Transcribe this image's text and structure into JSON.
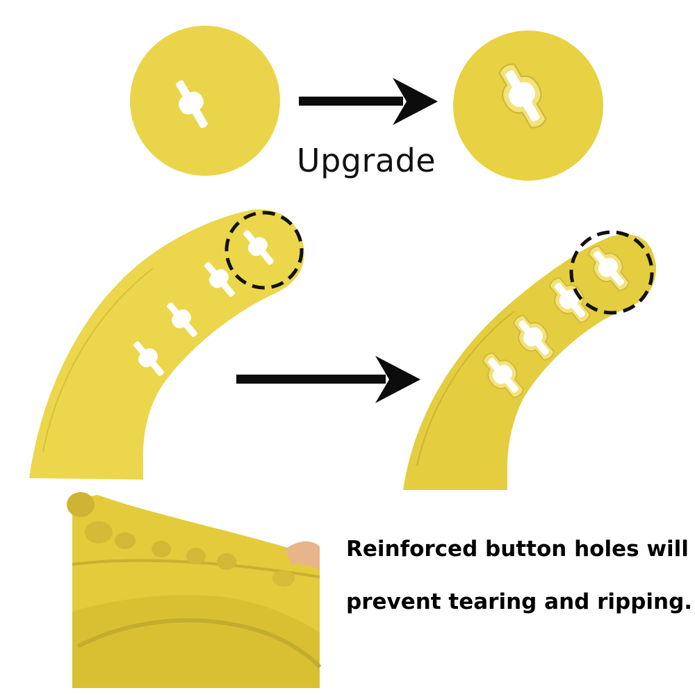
{
  "labels": {
    "upgrade": "Upgrade",
    "description_line_1": "Reinforced button holes will",
    "description_line_2": "prevent tearing and ripping."
  },
  "colors": {
    "bib_yellow": "#ead54a",
    "bib_yellow_dark": "#e1c93a",
    "bib_edge": "#c9b232",
    "arrow": "#0c0c0c",
    "dashed_circle": "#111111",
    "text": "#000000",
    "background": "#ffffff"
  },
  "icons": {
    "arrow_top": "right-arrow-icon",
    "arrow_middle": "right-arrow-icon",
    "keyhole": "button-hole-icon"
  }
}
